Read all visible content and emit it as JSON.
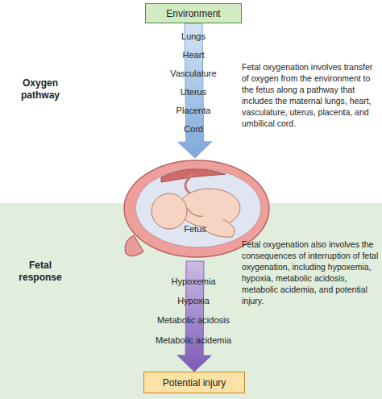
{
  "diagram": {
    "nodes": [
      {
        "text": [
          "Environment"
        ]
      },
      {
        "text": [
          "Fetus"
        ]
      },
      {
        "text": [
          "Potential injury"
        ]
      }
    ],
    "edges": [
      {
        "from": 0,
        "to": 1,
        "arrow": "to"
      },
      {
        "from": 1,
        "to": 2,
        "arrow": "to"
      }
    ],
    "labels": [
      "Lungs",
      "Heart",
      "Vasculature",
      "Uterus",
      "Placenta",
      "Cord",
      "Oxygen pathway",
      "Fetal oxygenation involves transfer of oxygen from the environment to the fetus along a pathway that includes the maternal lungs, heart, vasculature, uterus, placenta, and umbilical cord.",
      "Hypoxemia",
      "Hypoxia",
      "Metabolic acidosis",
      "Metabolic acidemia",
      "Fetal response",
      "Fetal oxygenation also involves the consequences of interruption of fetal oxygenation, including hypoxemia, hypoxia, metabolic acidosis, metabolic acidemia, and potential injury."
    ]
  }
}
